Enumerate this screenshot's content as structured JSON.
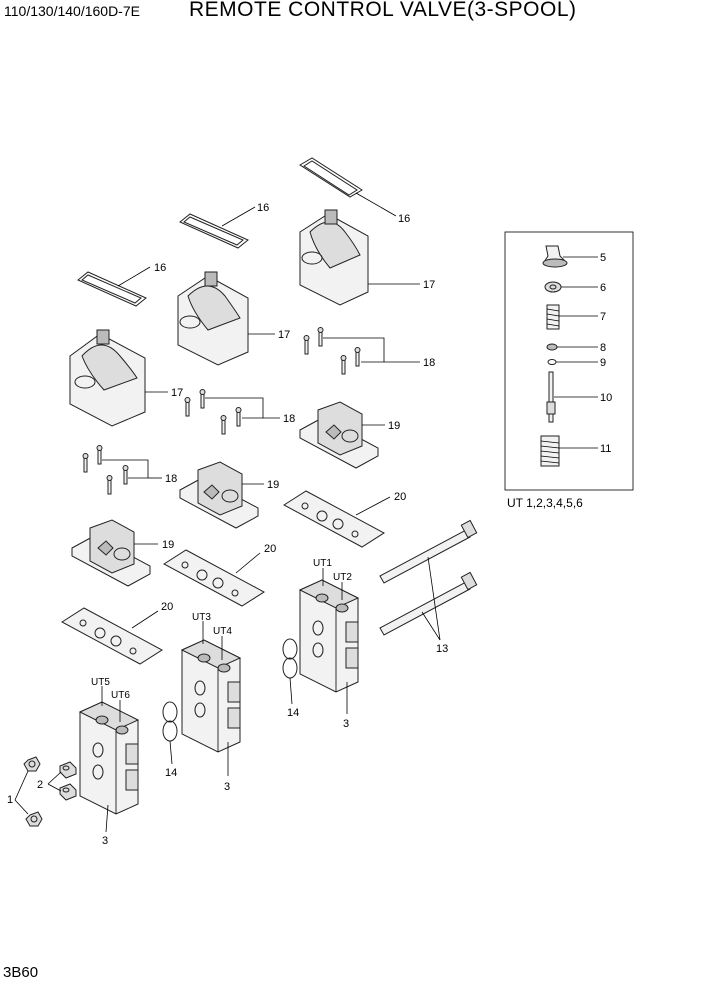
{
  "header": {
    "model": "110/130/140/160D-7E",
    "title": "REMOTE CONTROL VALVE(3-SPOOL)"
  },
  "page_code": "3B60",
  "inset": {
    "note": "UT 1,2,3,4,5,6",
    "labels": [
      "5",
      "6",
      "7",
      "8",
      "9",
      "10",
      "11"
    ]
  },
  "callouts": {
    "gasket_a": "16",
    "gasket_b": "16",
    "gasket_c": "16",
    "boot_a": "17",
    "boot_b": "17",
    "boot_c": "17",
    "bolts_a": "18",
    "bolts_b": "18",
    "bolts_c": "18",
    "plate_a": "19",
    "plate_b": "19",
    "plate_c": "19",
    "gasket2_a": "20",
    "gasket2_b": "20",
    "gasket2_c": "20",
    "tie_bolts": "13",
    "oring_a": "14",
    "oring_b": "14",
    "body_a": "3",
    "body_b": "3",
    "body_c": "3",
    "nut": "1",
    "plug": "2",
    "ut1": "UT1",
    "ut2": "UT2",
    "ut3": "UT3",
    "ut4": "UT4",
    "ut5": "UT5",
    "ut6": "UT6"
  }
}
